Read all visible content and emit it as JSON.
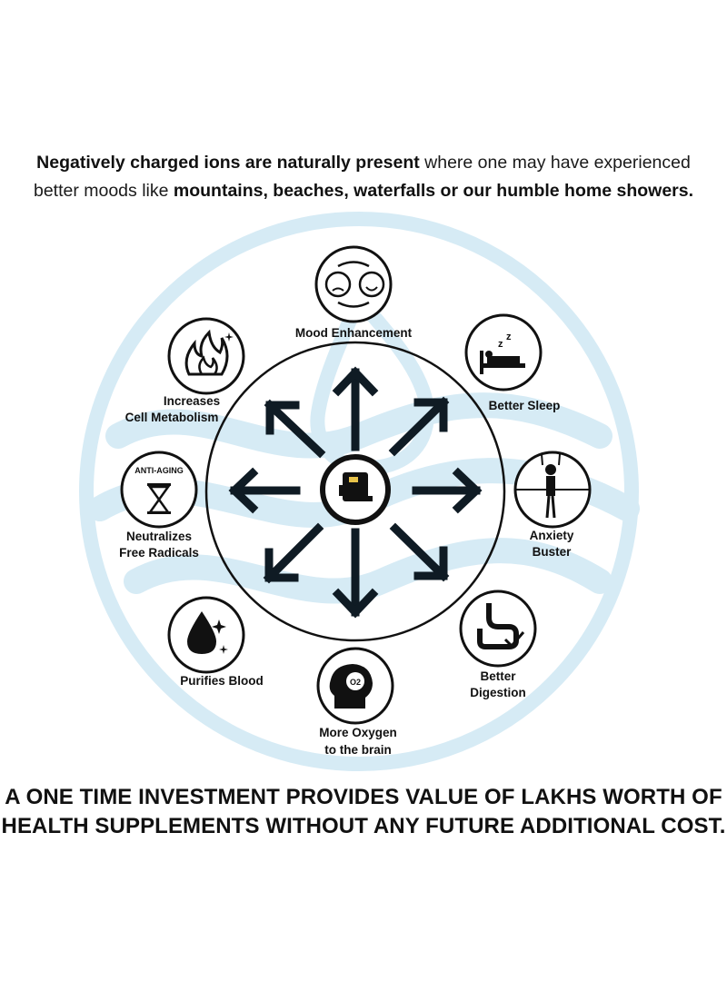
{
  "intro": {
    "line1_bold": "Negatively charged ions are naturally present",
    "line1_rest": " where one may have experienced",
    "line2_start": "better moods like ",
    "line2_bold": "mountains, beaches, waterfalls or our humble home showers."
  },
  "benefits": {
    "mood": "Mood Enhancement",
    "sleep": "Better Sleep",
    "anxiety_1": "Anxiety",
    "anxiety_2": "Buster",
    "digestion_1": "Better",
    "digestion_2": "Digestion",
    "oxygen_1": "More Oxygen",
    "oxygen_2": "to the brain",
    "blood": "Purifies Blood",
    "radicals_1": "Neutralizes",
    "radicals_2": "Free Radicals",
    "metabolism_1": "Increases",
    "metabolism_2": "Cell Metabolism",
    "anti_aging_badge": "ANTI-AGING"
  },
  "cta": {
    "line1": "A ONE TIME INVESTMENT PROVIDES VALUE OF LAKHS WORTH OF",
    "line2": "HEALTH SUPPLEMENTS WITHOUT ANY FUTURE ADDITIONAL COST."
  },
  "colors": {
    "watermark": "#d6ebf5",
    "arrow_dark": "#0f1b24",
    "icon_stroke": "#111111"
  }
}
